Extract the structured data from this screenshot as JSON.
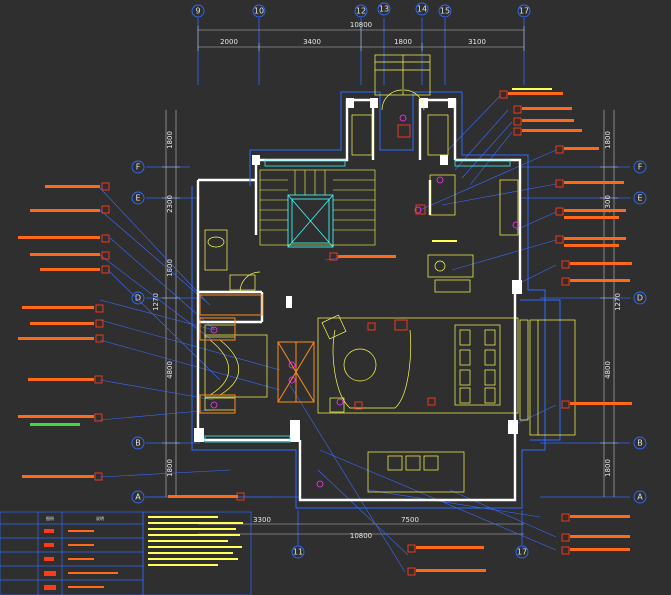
{
  "colors": {
    "background": "#2f2f2f",
    "axis": "#2e6bff",
    "wall": "#ffffff",
    "fixture": "#ffff55",
    "stair": "#3ef0f0",
    "callout": "#ff3b1a",
    "dimension": "#c0c0c0",
    "leader": "#3a6bff",
    "magenta": "#ff33ff"
  },
  "grid": {
    "columns": [
      "9",
      "10",
      "12",
      "13",
      "14",
      "15",
      "17"
    ],
    "rows": [
      "F",
      "E",
      "D",
      "B",
      "A"
    ],
    "bottom_axis_labels": [
      "11",
      "17"
    ]
  },
  "dimensions": {
    "top_total": "10800",
    "top_segments": [
      "2000",
      "3400",
      "1800",
      "3100"
    ],
    "bottom_total": "10800",
    "bottom_segments": [
      "3300",
      "7500"
    ],
    "left": [
      "1800",
      "2300",
      "1800",
      "1270",
      "4800",
      "1800"
    ],
    "right": [
      "1800",
      "2300",
      "1270",
      "4800",
      "1800"
    ]
  },
  "legend": {
    "headers": [
      "图例",
      "说明"
    ]
  }
}
